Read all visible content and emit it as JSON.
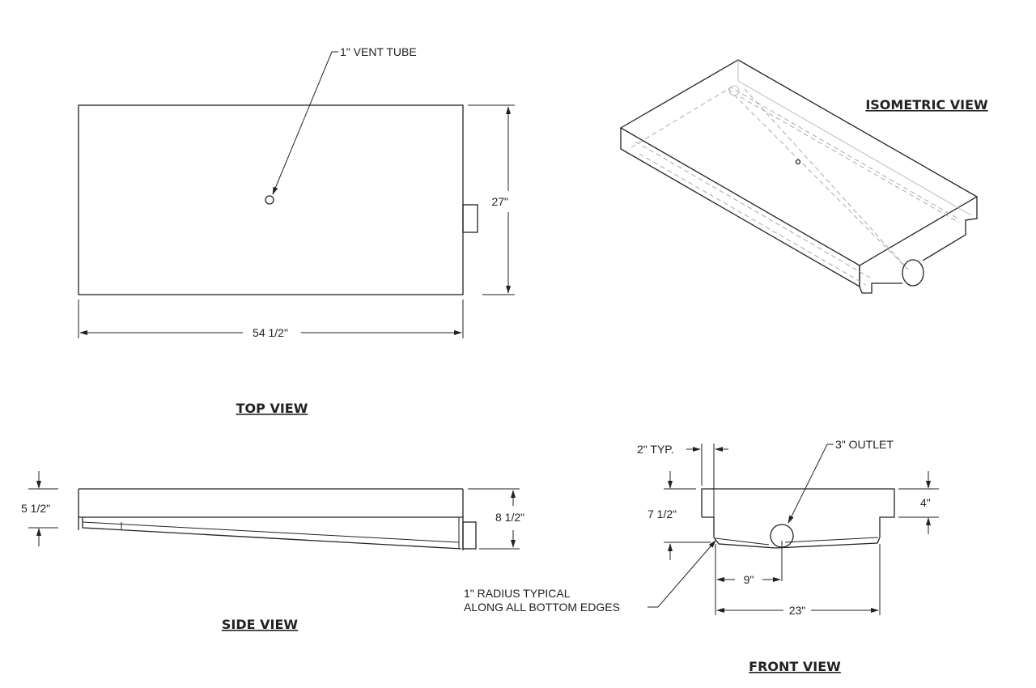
{
  "top_view": {
    "title": "TOP VIEW",
    "vent_label": "1\" VENT TUBE",
    "width_dim": "54 1/2\"",
    "depth_dim": "27\""
  },
  "isometric_view": {
    "title": "ISOMETRIC VIEW"
  },
  "side_view": {
    "title": "SIDE VIEW",
    "shallow_dim": "5 1/2\"",
    "deep_dim": "8 1/2\""
  },
  "front_view": {
    "title": "FRONT VIEW",
    "wall_dim": "2\" TYP.",
    "outlet_label": "3\" OUTLET",
    "height_dim": "7 1/2\"",
    "lip_dim": "4\"",
    "outlet_offset_dim": "9\"",
    "inner_width_dim": "23\"",
    "radius_note_line1": "1\" RADIUS TYPICAL",
    "radius_note_line2": "ALONG ALL BOTTOM EDGES"
  }
}
